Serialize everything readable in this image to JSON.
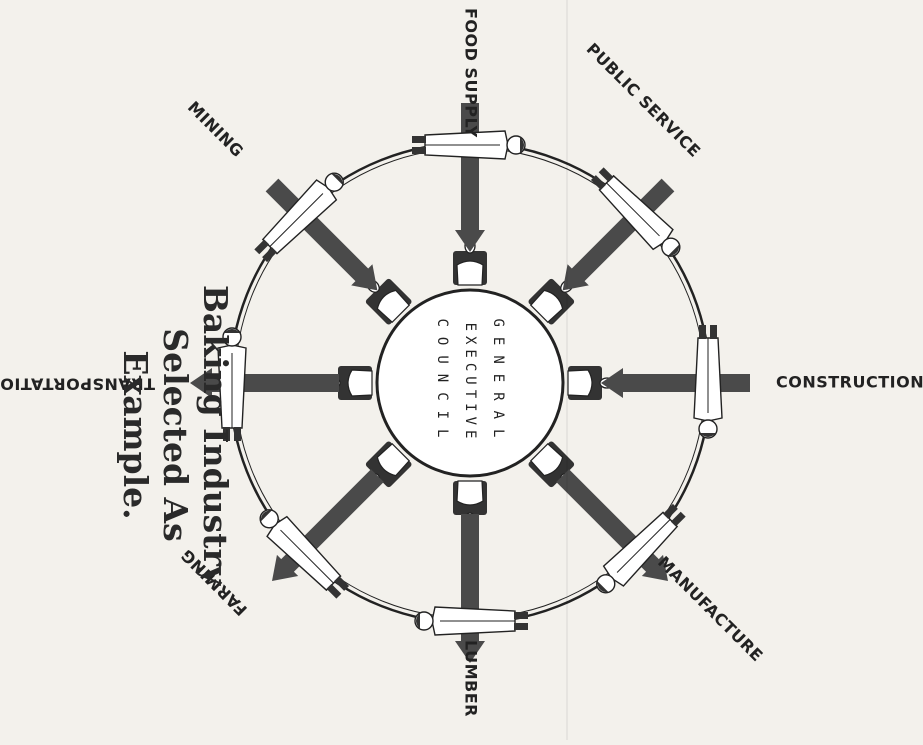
{
  "diagram": {
    "center": {
      "lines": [
        "GENERAL",
        "EXECUTIVE",
        "COUNCIL"
      ]
    },
    "industries": [
      {
        "label": "FOOD SUPPLY"
      },
      {
        "label": "PUBLIC SERVICE"
      },
      {
        "label": "CONSTRUCTION"
      },
      {
        "label": "MANUFACTURE"
      },
      {
        "label": "LUMBER"
      },
      {
        "label": "FARMING"
      },
      {
        "label": "TRANSPORTATION"
      },
      {
        "label": "MINING"
      }
    ]
  },
  "caption": {
    "lines": [
      "Baking Industry",
      "Selected As",
      "Example."
    ]
  },
  "colors": {
    "ink": "#222222",
    "arrow": "#4a4a4a",
    "paper": "#f3f1ec"
  }
}
